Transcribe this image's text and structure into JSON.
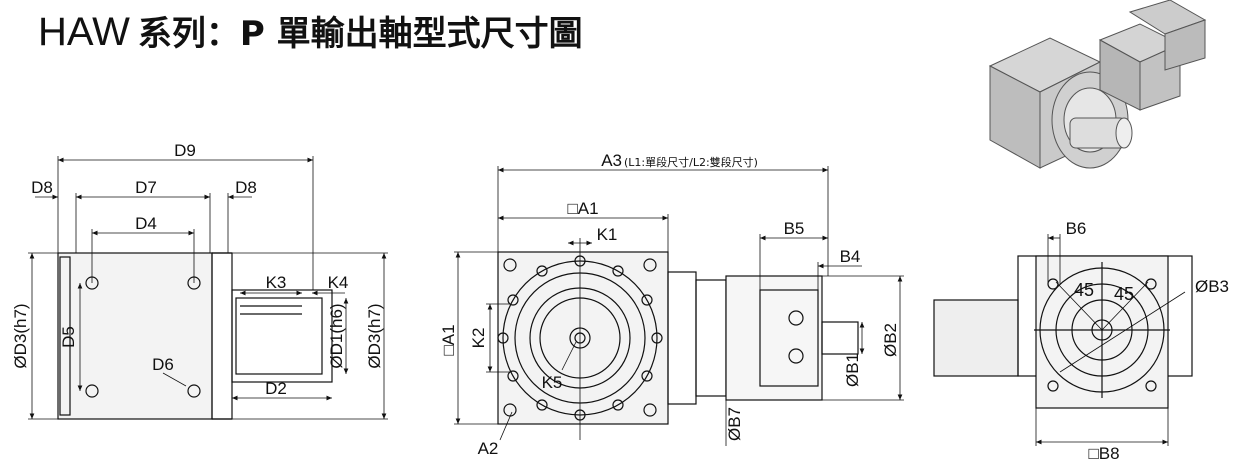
{
  "title": {
    "prefix": "HAW",
    "series_text": "系列：P 單輸出軸型式尺寸圖"
  },
  "dimensions": {
    "D9": "D9",
    "D8_left": "D8",
    "D7": "D7",
    "D8_right": "D8",
    "D4": "D4",
    "D5": "D5",
    "D6": "D6",
    "D2": "D2",
    "D3_left": "ØD3(h7)",
    "D1": "ØD1(h6)",
    "D3_right": "ØD3(h7)",
    "K3": "K3",
    "K4": "K4",
    "A3": "A3",
    "A3_note": "(L1:單段尺寸/L2:雙段尺寸)",
    "A1_top": "□A1",
    "A1_side": "□A1",
    "K1": "K1",
    "K2": "K2",
    "K5": "K5",
    "A2": "A2",
    "B5": "B5",
    "B4": "B4",
    "B1": "ØB1",
    "B2": "ØB2",
    "B7": "ØB7",
    "B6": "B6",
    "B3": "ØB3",
    "B8": "□B8",
    "angle_1": "45",
    "angle_2": "45"
  },
  "colors": {
    "line": "#111111",
    "body_fill": "#f2f2f2",
    "iso_gray": "#b8b8b8"
  }
}
